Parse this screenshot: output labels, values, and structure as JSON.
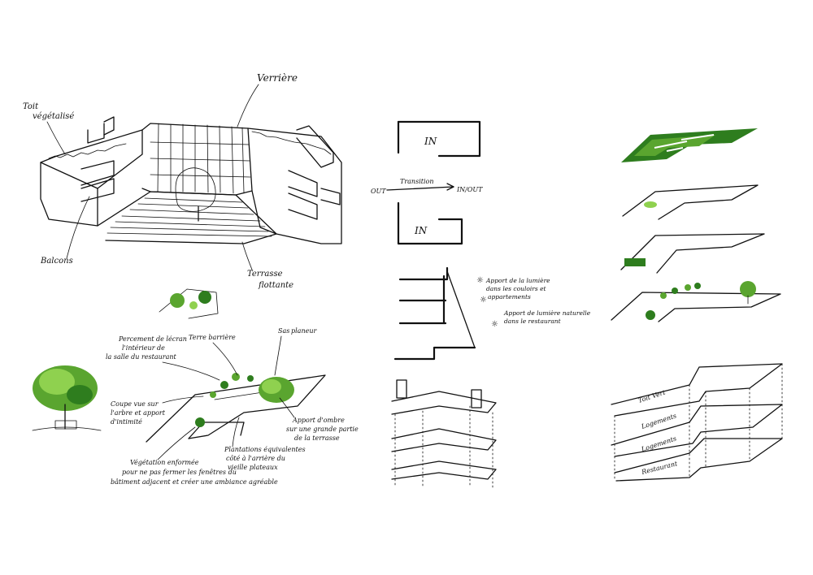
{
  "labels": {
    "toit_vegetalise_1": "Toit",
    "toit_vegetalise_2": "végétalisé",
    "verriere": "Verrière",
    "balcons": "Balcons",
    "terrasse_1": "Terrasse",
    "terrasse_2": "flottante",
    "out": "OUT",
    "transition": "Transition",
    "in_out": "IN/OUT",
    "in_top": "IN",
    "in_bottom": "IN",
    "lumiere_1_l1": "Apport de la lumière",
    "lumiere_1_l2": "dans les couloirs et",
    "lumiere_1_l3": "appartements",
    "lumiere_2_l1": "Apport de lumière naturelle",
    "lumiere_2_l2": "dans le restaurant",
    "percee_l1": "Percement de lécran",
    "percee_l2": "l'intérieur de",
    "percee_l3": "la salle du restaurant",
    "terre_l1": "Terre barrière",
    "sas_l1": "Sas",
    "sas_l2": "planeur",
    "coupe_l1": "Coupe vue sur",
    "coupe_l2": "l'arbre et apport",
    "coupe_l3": "d'intimité",
    "ombre_l1": "Apport d'ombre",
    "ombre_l2": "sur une grande partie",
    "ombre_l3": "de la terrasse",
    "veg_l1": "Végétation enformée",
    "veg_l2": "pour ne pas fermer les fenêtres du",
    "veg_l3": "bâtiment adjacent et créer une ambiance agréable",
    "plant_l1": "Plantations équivalentes",
    "plant_l2": "côté à l'arrière du",
    "plant_l3": "vieille plateaux",
    "prog_toit": "Toit Vert",
    "prog_log1": "Logements",
    "prog_log2": "Logements",
    "prog_resto": "Restaurant"
  },
  "colors": {
    "ink": "#111111",
    "green_dark": "#2e7d1e",
    "green": "#5aa52f",
    "green_light": "#8fd14f",
    "red": "#c0392b",
    "blue": "#1f3a93"
  }
}
